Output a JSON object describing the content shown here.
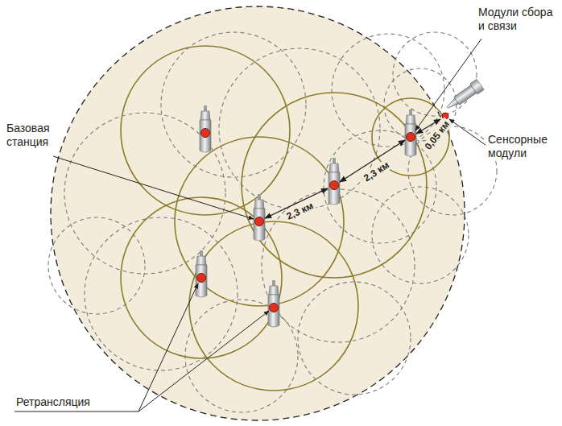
{
  "diagram": {
    "labels": [
      "Модули сбора и связи",
      "Базовая станция",
      "Сенсорные модули",
      "2,3 км",
      "2,3 км",
      "0,05 км",
      "Ретрансляция"
    ]
  }
}
